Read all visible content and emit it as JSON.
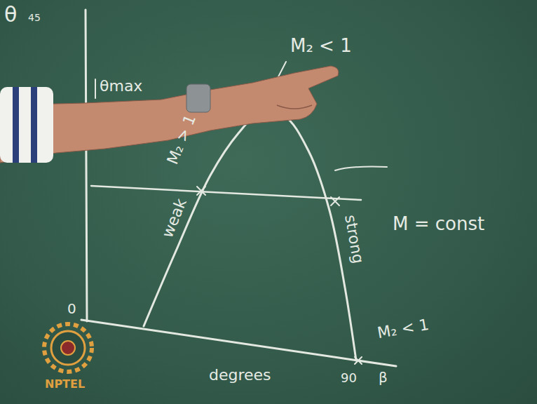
{
  "diagram": {
    "labels": [
      "θ",
      "45",
      "θmax",
      "M₂ < 1",
      "M₂ > 1",
      "weak",
      "strong",
      "M = const",
      "M₂ < 1",
      "0",
      "degrees",
      "90",
      "β",
      "NPTEL"
    ]
  }
}
